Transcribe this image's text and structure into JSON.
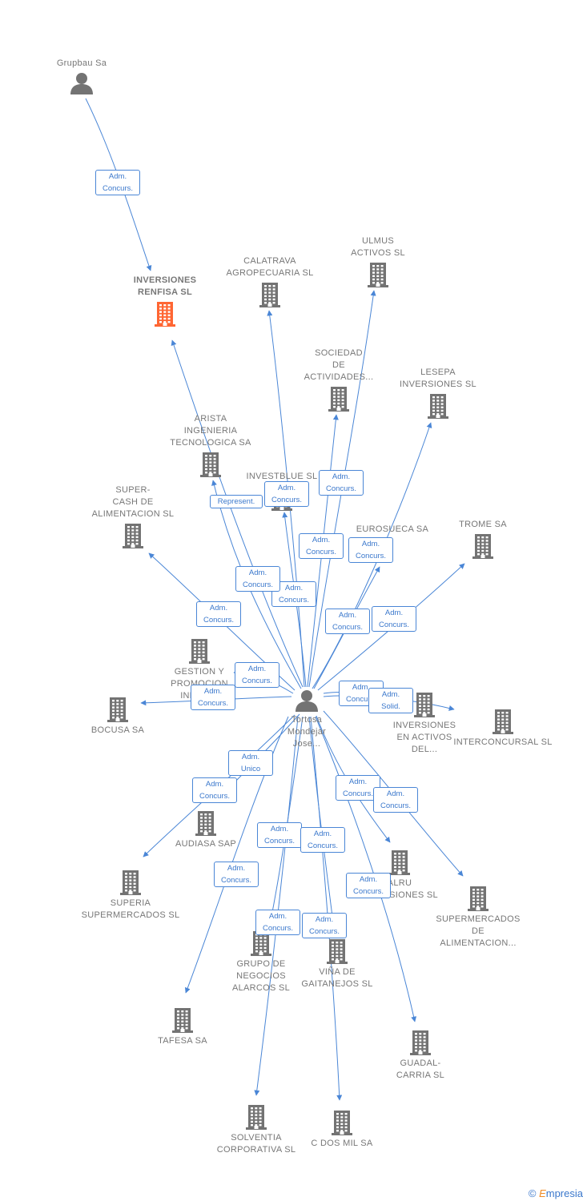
{
  "colors": {
    "company": "#737373",
    "focus": "#ff6633",
    "edge": "#4a86d6",
    "label_text": "#777777"
  },
  "nodes": [
    {
      "id": "grupbau",
      "type": "person",
      "label": "Grupbau Sa"
    },
    {
      "id": "renfisa",
      "type": "company",
      "label": "INVERSIONES\nRENFISA SL",
      "highlight": true
    },
    {
      "id": "calatrava",
      "type": "company",
      "label": "CALATRAVA\nAGROPECUARIA SL"
    },
    {
      "id": "ulmus",
      "type": "company",
      "label": "ULMUS\nACTIVOS SL"
    },
    {
      "id": "sociedad",
      "type": "company",
      "label": "SOCIEDAD\nDE\nACTIVIDADES..."
    },
    {
      "id": "lesepa",
      "type": "company",
      "label": "LESEPA\nINVERSIONES SL"
    },
    {
      "id": "arista",
      "type": "company",
      "label": "ARISTA\nINGENIERIA\nTECNOLOGICA SA"
    },
    {
      "id": "investblue",
      "type": "company",
      "label": "INVESTBLUE SL"
    },
    {
      "id": "super",
      "type": "company",
      "label": "SUPER-\nCASH DE\nALIMENTACION SL"
    },
    {
      "id": "eurosueca",
      "type": "company",
      "label": "EUROSUECA SA"
    },
    {
      "id": "trome",
      "type": "company",
      "label": "TROME SA"
    },
    {
      "id": "gestion",
      "type": "company",
      "label": "GESTION Y\nPROMOCION\nINMOB..."
    },
    {
      "id": "bocusa",
      "type": "company",
      "label": "BOCUSA SA"
    },
    {
      "id": "tortosa",
      "type": "person",
      "label": "Tortosa\nMondejar\nJose..."
    },
    {
      "id": "invactivos",
      "type": "company",
      "label": "INVERSIONES\nEN ACTIVOS\nDEL..."
    },
    {
      "id": "interconcursal",
      "type": "company",
      "label": "INTERCONCURSAL SL"
    },
    {
      "id": "audiasa",
      "type": "company",
      "label": "AUDIASA SAP"
    },
    {
      "id": "superia",
      "type": "company",
      "label": "SUPERIA\nSUPERMERCADOS SL"
    },
    {
      "id": "alru",
      "type": "company",
      "label": "ALRU\nINVERSIONES SL"
    },
    {
      "id": "supermercados",
      "type": "company",
      "label": "SUPERMERCADOS\nDE\nALIMENTACION..."
    },
    {
      "id": "grupo",
      "type": "company",
      "label": "GRUPO DE\nNEGOCIOS\nALARCOS SL"
    },
    {
      "id": "vina",
      "type": "company",
      "label": "VIÑA DE\nGAITANEJOS SL"
    },
    {
      "id": "tafesa",
      "type": "company",
      "label": "TAFESA SA"
    },
    {
      "id": "guadal",
      "type": "company",
      "label": "GUADAL-\nCARRIA SL"
    },
    {
      "id": "solventia",
      "type": "company",
      "label": "SOLVENTIA\nCORPORATIVA SL"
    },
    {
      "id": "cdosmil",
      "type": "company",
      "label": "C DOS MIL SA"
    }
  ],
  "edges": [
    {
      "from": "grupbau",
      "to": "renfisa",
      "label": "Adm.\nConcurs."
    },
    {
      "from": "tortosa",
      "to": "renfisa",
      "label": "Represent."
    },
    {
      "from": "tortosa",
      "to": "calatrava",
      "label": "Adm.\nConcurs."
    },
    {
      "from": "tortosa",
      "to": "ulmus",
      "label": "Adm.\nConcurs."
    },
    {
      "from": "tortosa",
      "to": "sociedad",
      "label": "Adm.\nConcurs."
    },
    {
      "from": "tortosa",
      "to": "lesepa",
      "label": "Adm.\nConcurs."
    },
    {
      "from": "tortosa",
      "to": "arista",
      "label": "Adm.\nConcurs."
    },
    {
      "from": "tortosa",
      "to": "investblue",
      "label": "Adm.\nConcurs."
    },
    {
      "from": "tortosa",
      "to": "super",
      "label": "Adm.\nConcurs."
    },
    {
      "from": "tortosa",
      "to": "eurosueca",
      "label": "Adm.\nConcurs."
    },
    {
      "from": "tortosa",
      "to": "trome",
      "label": "Adm.\nConcurs."
    },
    {
      "from": "tortosa",
      "to": "gestion",
      "label": "Adm.\nConcurs."
    },
    {
      "from": "tortosa",
      "to": "bocusa",
      "label": "Adm.\nConcurs."
    },
    {
      "from": "tortosa",
      "to": "invactivos",
      "label": "Adm.\nConcurs."
    },
    {
      "from": "tortosa",
      "to": "interconcursal",
      "label": "Adm.\nSolid."
    },
    {
      "from": "tortosa",
      "to": "audiasa",
      "label": "Adm.\nUnico"
    },
    {
      "from": "tortosa",
      "to": "superia",
      "label": "Adm.\nConcurs."
    },
    {
      "from": "tortosa",
      "to": "alru",
      "label": "Adm.\nConcurs."
    },
    {
      "from": "tortosa",
      "to": "supermercados",
      "label": "Adm.\nConcurs."
    },
    {
      "from": "tortosa",
      "to": "grupo",
      "label": "Adm.\nConcurs."
    },
    {
      "from": "tortosa",
      "to": "vina",
      "label": "Adm.\nConcurs."
    },
    {
      "from": "tortosa",
      "to": "tafesa",
      "label": "Adm.\nConcurs."
    },
    {
      "from": "tortosa",
      "to": "guadal",
      "label": "Adm.\nConcurs."
    },
    {
      "from": "tortosa",
      "to": "solventia",
      "label": "Adm.\nConcurs."
    },
    {
      "from": "tortosa",
      "to": "cdosmil",
      "label": "Adm.\nConcurs."
    }
  ],
  "footer": {
    "copyright": "©",
    "brand_initial": "E",
    "brand_rest": "mpresia"
  }
}
